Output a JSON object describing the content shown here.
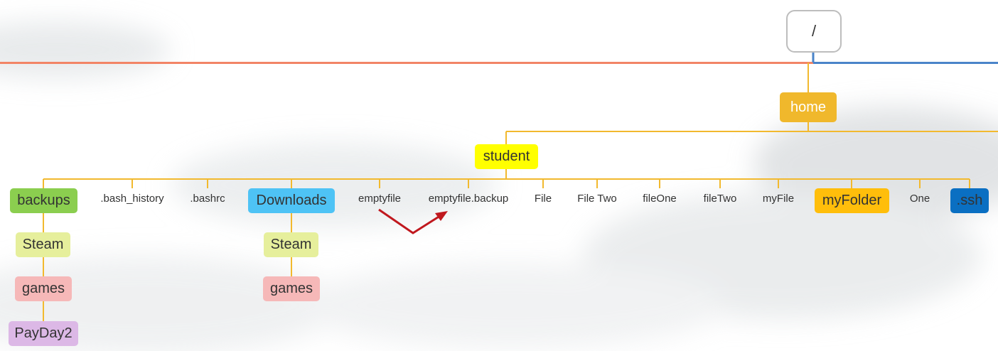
{
  "colors": {
    "connector": "#f2b92e",
    "root_line_left": "#f28466",
    "root_line_right": "#4a84c9",
    "arrow": "#c0181e",
    "root_border": "#bdbdbd"
  },
  "root": {
    "label": "/"
  },
  "home": {
    "label": "home",
    "bg": "#f0b82c",
    "fg": "#ffffff"
  },
  "student": {
    "label": "student",
    "bg": "#ffff00",
    "fg": "#333333"
  },
  "children": [
    {
      "label": "backups",
      "style": "box",
      "bg": "#8bce4f",
      "fg": "#333333"
    },
    {
      "label": ".bash_history",
      "style": "plain"
    },
    {
      "label": ".bashrc",
      "style": "plain"
    },
    {
      "label": "Downloads",
      "style": "box",
      "bg": "#4ec3f5",
      "fg": "#333333"
    },
    {
      "label": "emptyfile",
      "style": "plain"
    },
    {
      "label": "emptyfile.backup",
      "style": "plain"
    },
    {
      "label": "File",
      "style": "plain"
    },
    {
      "label": "File Two",
      "style": "plain"
    },
    {
      "label": "fileOne",
      "style": "plain"
    },
    {
      "label": "fileTwo",
      "style": "plain"
    },
    {
      "label": "myFile",
      "style": "plain"
    },
    {
      "label": "myFolder",
      "style": "box",
      "bg": "#ffbe0b",
      "fg": "#333333"
    },
    {
      "label": "One",
      "style": "plain"
    },
    {
      "label": ".ssh",
      "style": "box",
      "bg": "#0a6fc2",
      "fg": "#333333"
    }
  ],
  "backups_chain": [
    {
      "label": "Steam",
      "bg": "#e6ef9c",
      "fg": "#333333"
    },
    {
      "label": "games",
      "bg": "#f6b8b8",
      "fg": "#333333"
    },
    {
      "label": "PayDay2",
      "bg": "#dcb8e6",
      "fg": "#333333"
    }
  ],
  "downloads_chain": [
    {
      "label": "Steam",
      "bg": "#e6ef9c",
      "fg": "#333333"
    },
    {
      "label": "games",
      "bg": "#f6b8b8",
      "fg": "#333333"
    }
  ],
  "arrow_annotation": {
    "from": "emptyfile",
    "to": "emptyfile.backup"
  }
}
